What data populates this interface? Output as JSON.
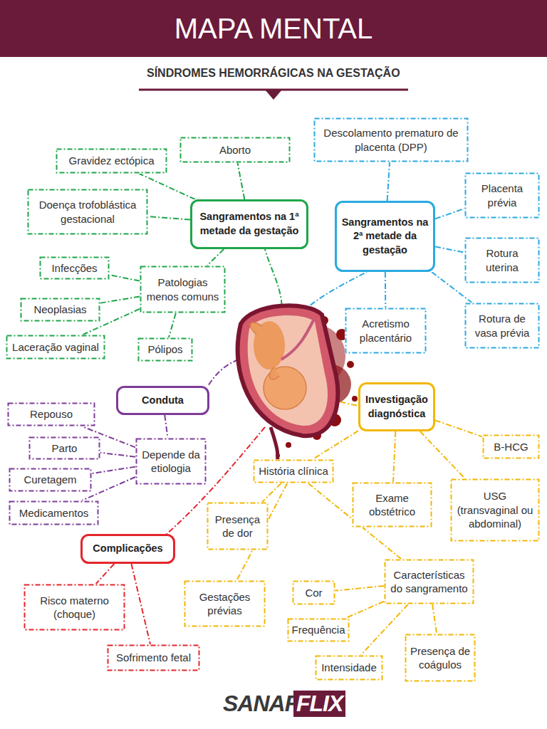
{
  "diagram": {
    "title": "MAPA MENTAL",
    "nodes": [
      {
        "text": [
          "Aborto"
        ]
      },
      {
        "text": [
          "Gravidez ectópica"
        ]
      },
      {
        "text": [
          "Doença trofoblástica gestacional"
        ]
      },
      {
        "text": [
          "Sangramentos na 1ª metade da gestação"
        ]
      },
      {
        "text": [
          "Descolamento prematuro de placenta (DPP)"
        ]
      },
      {
        "text": [
          "Sangramentos na 2ª metade da gestação"
        ]
      },
      {
        "text": [
          "Placenta prévia"
        ]
      },
      {
        "text": [
          "Rotura uterina"
        ]
      },
      {
        "text": [
          "Infecções"
        ]
      },
      {
        "text": [
          "Patologias menos comuns"
        ]
      },
      {
        "text": [
          "Neoplasias"
        ]
      },
      {
        "text": [
          "Acretismo placentário"
        ]
      },
      {
        "text": [
          "Rotura de vasa prévia"
        ]
      },
      {
        "text": [
          "Laceração vaginal"
        ]
      },
      {
        "text": [
          "Pólipos"
        ]
      },
      {
        "text": [
          "Conduta"
        ]
      },
      {
        "text": [
          "Investigação diagnóstica"
        ]
      },
      {
        "text": [
          "Repouso"
        ]
      },
      {
        "text": [
          "Parto"
        ]
      },
      {
        "text": [
          "Depende da etiologia"
        ]
      },
      {
        "text": [
          "B-HCG"
        ]
      },
      {
        "text": [
          "História clínica"
        ]
      },
      {
        "text": [
          "Curetagem"
        ]
      },
      {
        "text": [
          "Exame obstétrico"
        ]
      },
      {
        "text": [
          "USG (transvaginal ou abdominal)"
        ]
      },
      {
        "text": [
          "Medicamentos"
        ]
      },
      {
        "text": [
          "Presença de dor"
        ]
      },
      {
        "text": [
          "Complicações"
        ]
      },
      {
        "text": [
          "Características do sangramento"
        ]
      },
      {
        "text": [
          "Cor"
        ]
      },
      {
        "text": [
          "Risco materno (choque)"
        ]
      },
      {
        "text": [
          "Gestações prévias"
        ]
      },
      {
        "text": [
          "Frequência"
        ]
      },
      {
        "text": [
          "Presença de coágulos"
        ]
      },
      {
        "text": [
          "Sofrimento fetal"
        ]
      },
      {
        "text": [
          "Intensidade"
        ]
      }
    ],
    "edges": [
      {
        "from": 3,
        "to": 0,
        "arrow": "none"
      },
      {
        "from": 3,
        "to": 1,
        "arrow": "none"
      },
      {
        "from": 3,
        "to": 2,
        "arrow": "none"
      },
      {
        "from": 3,
        "to": 9,
        "arrow": "none"
      },
      {
        "from": 9,
        "to": 8,
        "arrow": "none"
      },
      {
        "from": 9,
        "to": 10,
        "arrow": "none"
      },
      {
        "from": 9,
        "to": 13,
        "arrow": "none"
      },
      {
        "from": 9,
        "to": 14,
        "arrow": "none"
      },
      {
        "from": 5,
        "to": 4,
        "arrow": "none"
      },
      {
        "from": 5,
        "to": 6,
        "arrow": "none"
      },
      {
        "from": 5,
        "to": 7,
        "arrow": "none"
      },
      {
        "from": 5,
        "to": 12,
        "arrow": "none"
      },
      {
        "from": 5,
        "to": 11,
        "arrow": "none"
      },
      {
        "from": 15,
        "to": 19,
        "arrow": "none"
      },
      {
        "from": 19,
        "to": 17,
        "arrow": "none"
      },
      {
        "from": 19,
        "to": 18,
        "arrow": "none"
      },
      {
        "from": 19,
        "to": 22,
        "arrow": "none"
      },
      {
        "from": 19,
        "to": 25,
        "arrow": "none"
      },
      {
        "from": 16,
        "to": 20,
        "arrow": "none"
      },
      {
        "from": 16,
        "to": 21,
        "arrow": "none"
      },
      {
        "from": 16,
        "to": 23,
        "arrow": "none"
      },
      {
        "from": 16,
        "to": 24,
        "arrow": "none"
      },
      {
        "from": 21,
        "to": 26,
        "arrow": "none"
      },
      {
        "from": 21,
        "to": 31,
        "arrow": "none"
      },
      {
        "from": 21,
        "to": 28,
        "arrow": "none"
      },
      {
        "from": 28,
        "to": 29,
        "arrow": "none"
      },
      {
        "from": 28,
        "to": 32,
        "arrow": "none"
      },
      {
        "from": 28,
        "to": 35,
        "arrow": "none"
      },
      {
        "from": 28,
        "to": 33,
        "arrow": "none"
      },
      {
        "from": 27,
        "to": 30,
        "arrow": "none"
      },
      {
        "from": 27,
        "to": 34,
        "arrow": "none"
      }
    ],
    "labels": [
      "SÍNDROMES HEMORRÁGICAS NA GESTAÇÃO",
      "SANAR",
      "FLIX"
    ]
  }
}
